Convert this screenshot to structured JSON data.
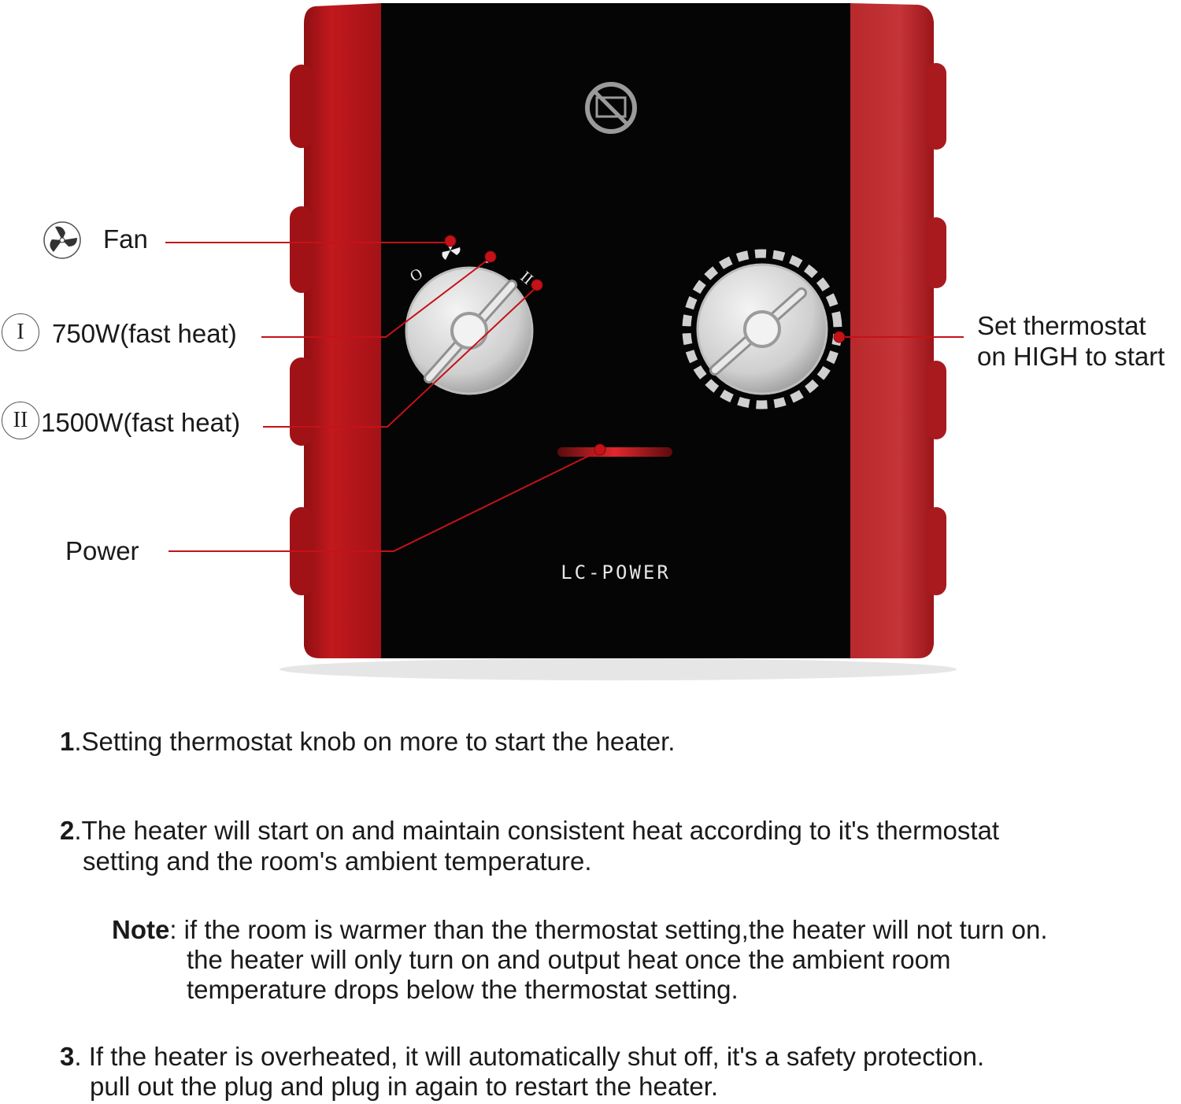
{
  "colors": {
    "body_red": "#b8151a",
    "front_panel": "#050505",
    "leader_line": "#c41218",
    "knob": "#d9d9d9"
  },
  "product": {
    "brand_logo": "LC-POWER",
    "warning_icon": "do-not-cover-icon"
  },
  "dial_marks": {
    "off": "O",
    "low": "I",
    "high": "II"
  },
  "callouts": {
    "fan": {
      "icon": "fan-icon",
      "label": "Fan"
    },
    "low": {
      "badge": "I",
      "label": "750W(fast heat)"
    },
    "high": {
      "badge": "II",
      "label": "1500W(fast heat)"
    },
    "power": {
      "label": "Power"
    },
    "thermostat": {
      "line1": "Set thermostat",
      "line2": "on HIGH to start"
    }
  },
  "instructions": {
    "step1": {
      "num": "1",
      "text": ".Setting thermostat knob on more to start the heater."
    },
    "step2": {
      "num": "2",
      "line1": ".The heater will start on and maintain consistent heat according to it's thermostat",
      "line2": "setting and the room's ambient temperature."
    },
    "note": {
      "head": "Note",
      "line1": ": if the room is warmer than the thermostat setting,the heater will not turn on.",
      "line2": "the heater will only turn on and output heat once the ambient room",
      "line3": "temperature drops below the thermostat setting."
    },
    "step3": {
      "num": "3",
      "line1": ". If the heater is overheated, it will automatically shut off, it's a safety protection.",
      "line2": "pull out the plug and plug in again to restart the heater."
    }
  }
}
